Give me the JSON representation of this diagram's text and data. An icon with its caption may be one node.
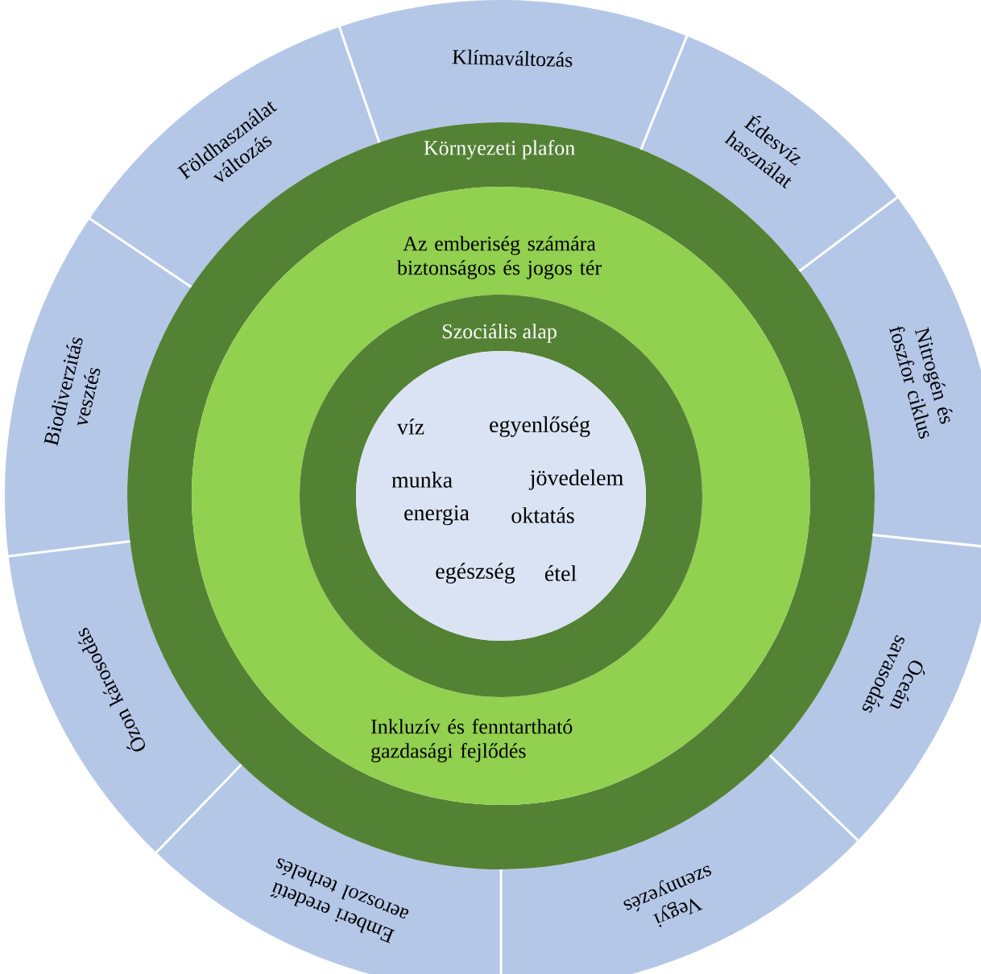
{
  "diagram": {
    "nodes": [
      {
        "text": [
          "Klímaváltozás"
        ]
      },
      {
        "text": [
          "Édesvíz használat"
        ]
      },
      {
        "text": [
          "Nitrogén és foszfor ciklus"
        ]
      },
      {
        "text": [
          "Óceán savasodás"
        ]
      },
      {
        "text": [
          "Vegyi szennyezés"
        ]
      },
      {
        "text": [
          "Emberi eredetű aeroszol terhelés"
        ]
      },
      {
        "text": [
          "Ózon károsodás"
        ]
      },
      {
        "text": [
          "Biodiverzitás vesztés"
        ]
      },
      {
        "text": [
          "Földhasználat változás"
        ]
      },
      {
        "text": [
          "Környezeti plafon"
        ]
      },
      {
        "text": [
          "Az emberiség számára biztonságos és jogos tér",
          "Inkluzív és fenntartható gazdasági fejlődés"
        ],
        "in": 9
      },
      {
        "text": [
          "Szociális alap"
        ],
        "in": 10
      },
      {
        "text": [
          "víz",
          "egyenlőség",
          "munka",
          "jövedelem",
          "energia",
          "oktatás",
          "egészség",
          "étel"
        ],
        "in": 11
      }
    ]
  }
}
